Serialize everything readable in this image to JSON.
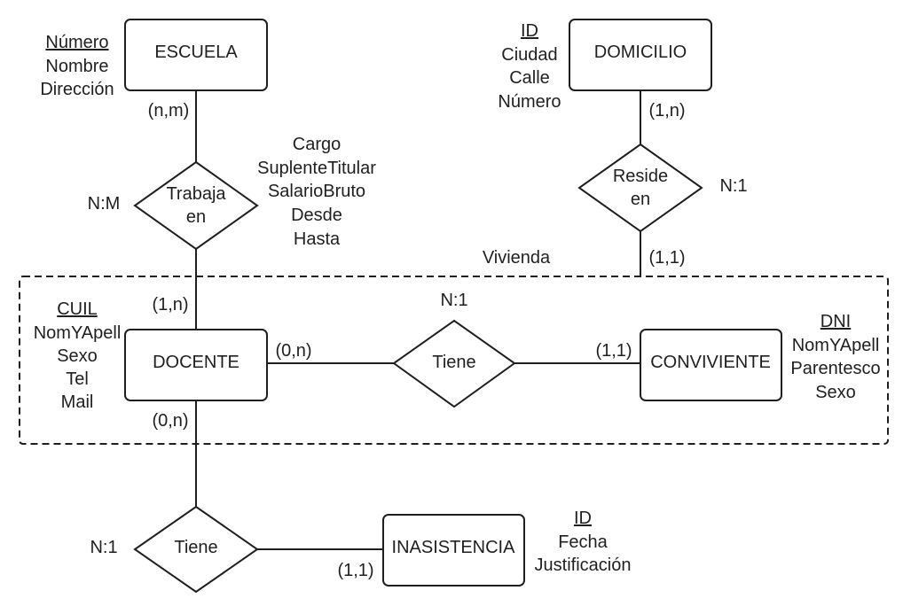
{
  "entities": {
    "escuela": "ESCUELA",
    "domicilio": "DOMICILIO",
    "docente": "DOCENTE",
    "conviviente": "CONVIVIENTE",
    "inasistencia": "INASISTENCIA"
  },
  "relationships": {
    "trabaja_en": [
      "Trabaja",
      "en"
    ],
    "reside_en": [
      "Reside",
      "en"
    ],
    "tiene_conviviente": "Tiene",
    "tiene_inasistencia": "Tiene"
  },
  "attributes": {
    "escuela": {
      "key": "Número",
      "others": [
        "Nombre",
        "Dirección"
      ]
    },
    "domicilio": {
      "key": "ID",
      "others": [
        "Ciudad",
        "Calle",
        "Número"
      ]
    },
    "trabaja_en": [
      "Cargo",
      "SuplenteTitular",
      "SalarioBruto",
      "Desde",
      "Hasta"
    ],
    "docente": {
      "key": "CUIL",
      "others": [
        "NomYApell",
        "Sexo",
        "Tel",
        "Mail"
      ]
    },
    "conviviente": {
      "key": "DNI",
      "others": [
        "NomYApell",
        "Parentesco",
        "Sexo"
      ]
    },
    "inasistencia": {
      "key": "ID",
      "others": [
        "Fecha",
        "Justificación"
      ]
    }
  },
  "cardinalities": {
    "escuela_trabaja": "(n,m)",
    "docente_trabaja": "(1,n)",
    "domicilio_reside": "(1,n)",
    "vivienda_reside": "(1,1)",
    "docente_tiene_conv": "(0,n)",
    "conviviente_tiene": "(1,1)",
    "docente_tiene_inas": "(0,n)",
    "inasistencia_tiene": "(1,1)"
  },
  "ratios": {
    "trabaja_en": "N:M",
    "reside_en": "N:1",
    "tiene_conviviente": "N:1",
    "tiene_inasistencia": "N:1"
  },
  "group_label": "Vivienda"
}
